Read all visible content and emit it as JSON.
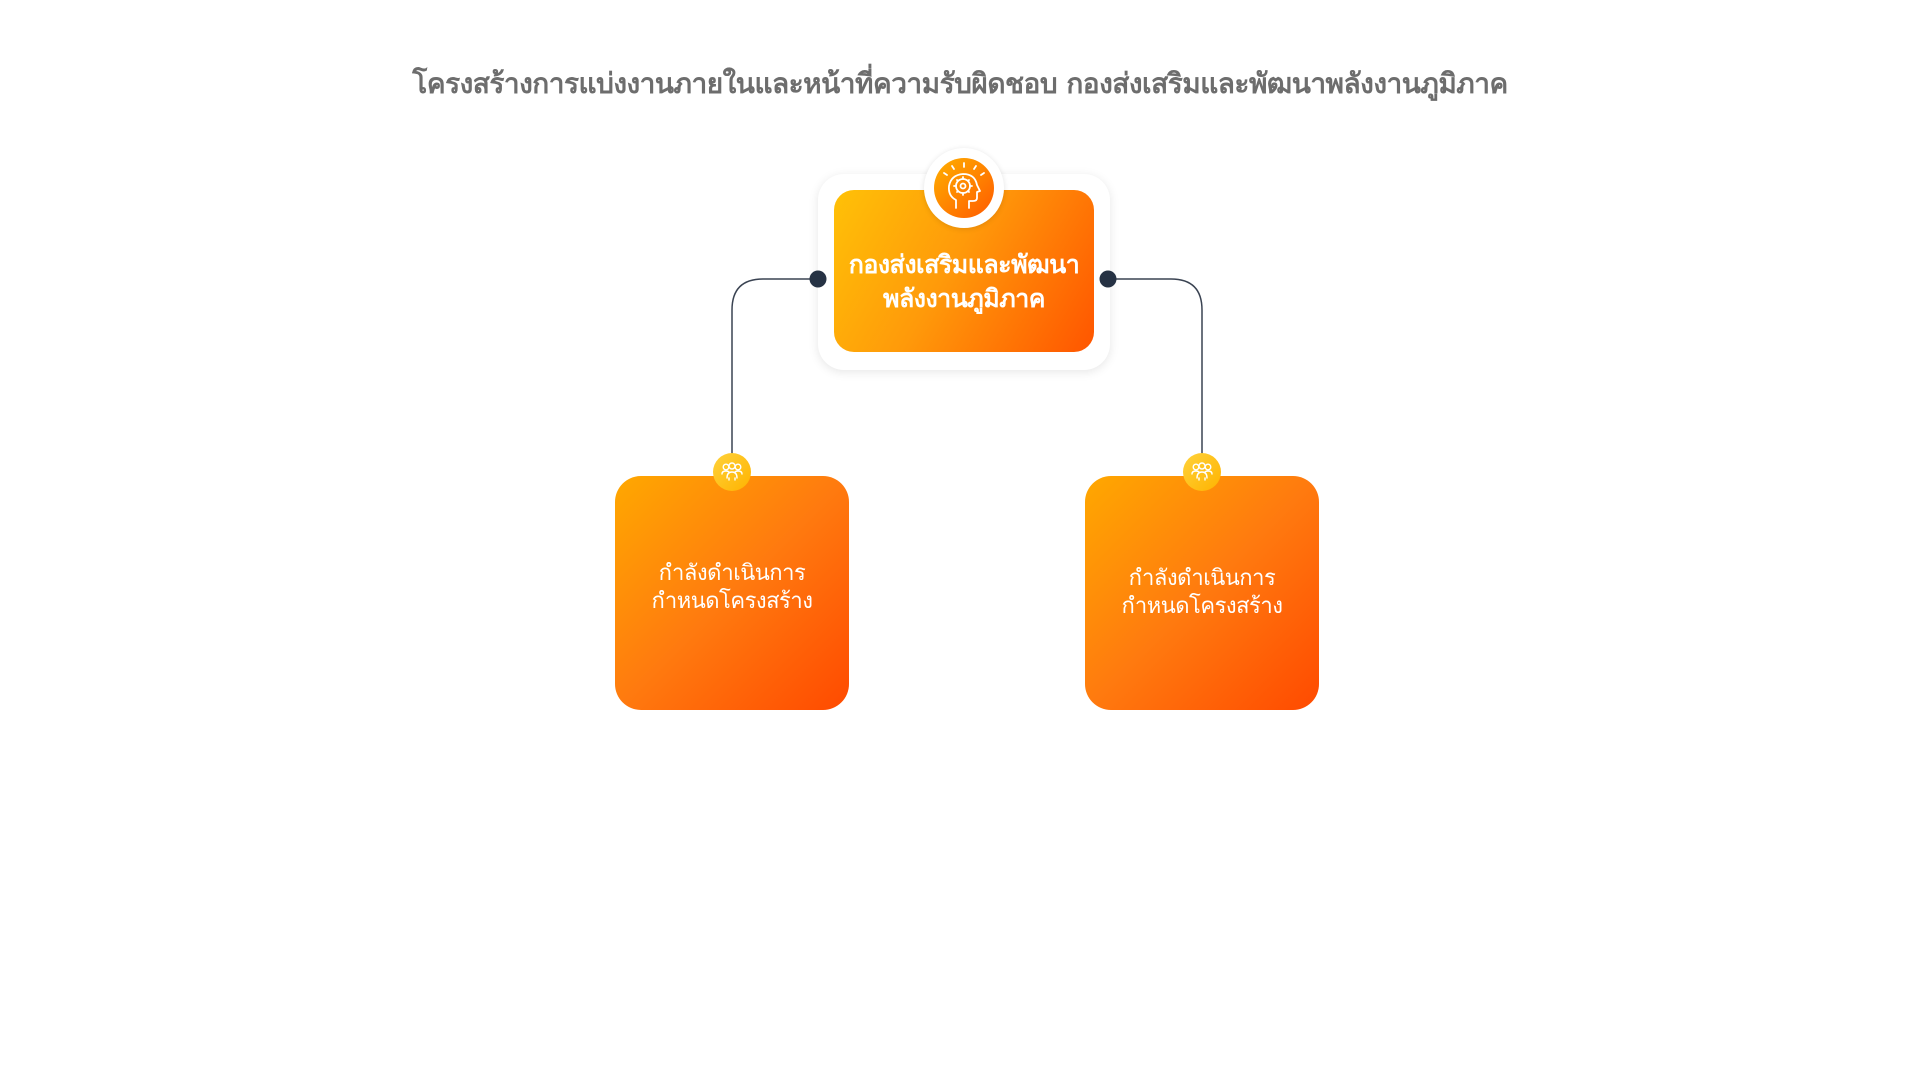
{
  "page": {
    "title": "โครงสร้างการแบ่งงานภายในและหน้าที่ความรับผิดชอบ กองส่งเสริมและพัฒนาพลังงานภูมิภาค"
  },
  "root": {
    "line1": "กองส่งเสริมและพัฒนา",
    "line2": "พลังงานภูมิภาค",
    "icon": "brain-head-icon"
  },
  "children": [
    {
      "line1": "กำลังดำเนินการ",
      "line2": "กำหนดโครงสร้าง",
      "icon": "team-icon"
    },
    {
      "line1": "กำลังดำเนินการ",
      "line2": "กำหนดโครงสร้าง",
      "icon": "team-icon"
    }
  ],
  "colors": {
    "title": "#6d6d6d",
    "connector": "#2d3748",
    "gradient_start": "#ffc107",
    "gradient_end": "#ff5500",
    "badge": "#ffc12e"
  }
}
